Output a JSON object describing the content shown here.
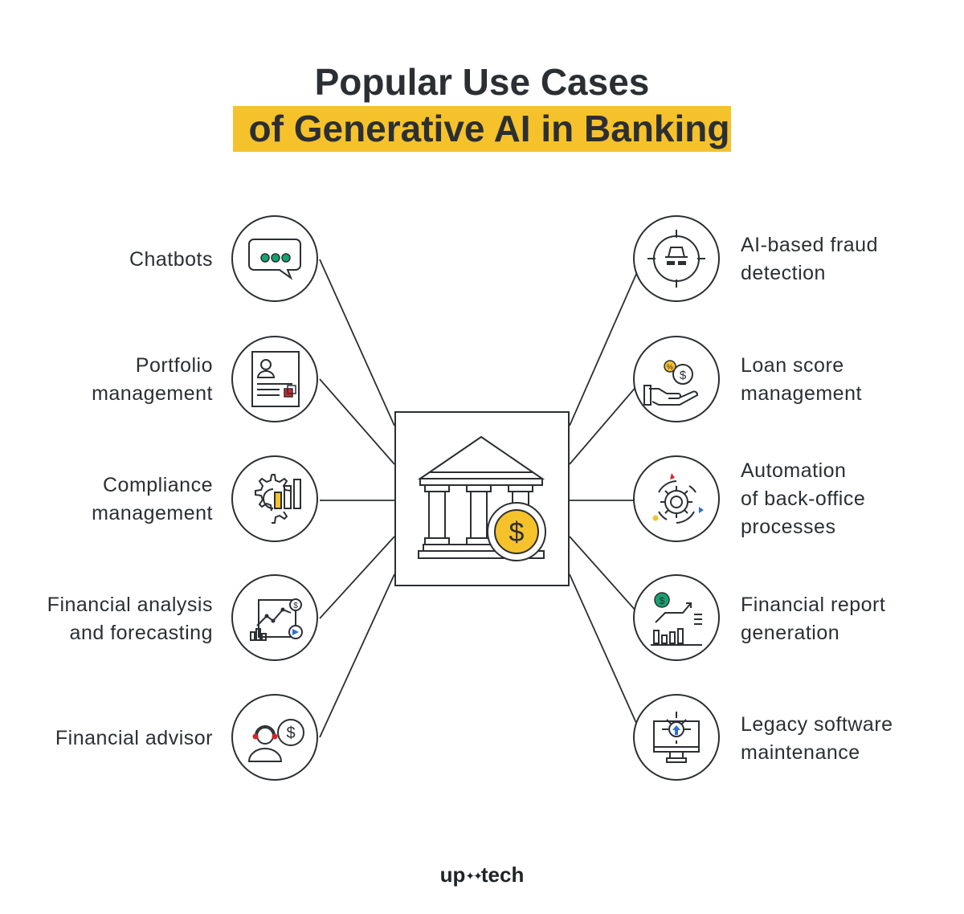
{
  "title": {
    "line1": "Popular Use Cases",
    "line2": "of Generative AI in Banking"
  },
  "colors": {
    "accent": "#f6c22b",
    "ink": "#2b2f33",
    "green": "#14a371",
    "red": "#d8232a",
    "blue": "#2f6fd6"
  },
  "left_items": [
    {
      "lines": [
        "Chatbots"
      ],
      "icon": "chat-bubble-icon"
    },
    {
      "lines": [
        "Portfolio",
        "management"
      ],
      "icon": "document-profile-icon"
    },
    {
      "lines": [
        "Compliance",
        "management"
      ],
      "icon": "gear-chart-icon"
    },
    {
      "lines": [
        "Financial analysis",
        "and forecasting"
      ],
      "icon": "analytics-chart-icon"
    },
    {
      "lines": [
        "Financial advisor"
      ],
      "icon": "advisor-headset-icon"
    }
  ],
  "right_items": [
    {
      "lines": [
        "AI-based fraud",
        "detection"
      ],
      "icon": "spy-target-icon"
    },
    {
      "lines": [
        "Loan score",
        "management"
      ],
      "icon": "hand-money-bag-icon"
    },
    {
      "lines": [
        "Automation",
        "of back-office",
        "processes"
      ],
      "icon": "gear-cycle-icon"
    },
    {
      "lines": [
        "Financial report",
        "generation"
      ],
      "icon": "report-chart-icon"
    },
    {
      "lines": [
        "Legacy software",
        "maintenance"
      ],
      "icon": "monitor-gear-icon"
    }
  ],
  "center": {
    "icon": "bank-dollar-icon",
    "coin_symbol": "$"
  },
  "logo": {
    "left": "up",
    "mark": "✦✦",
    "right": "tech"
  }
}
